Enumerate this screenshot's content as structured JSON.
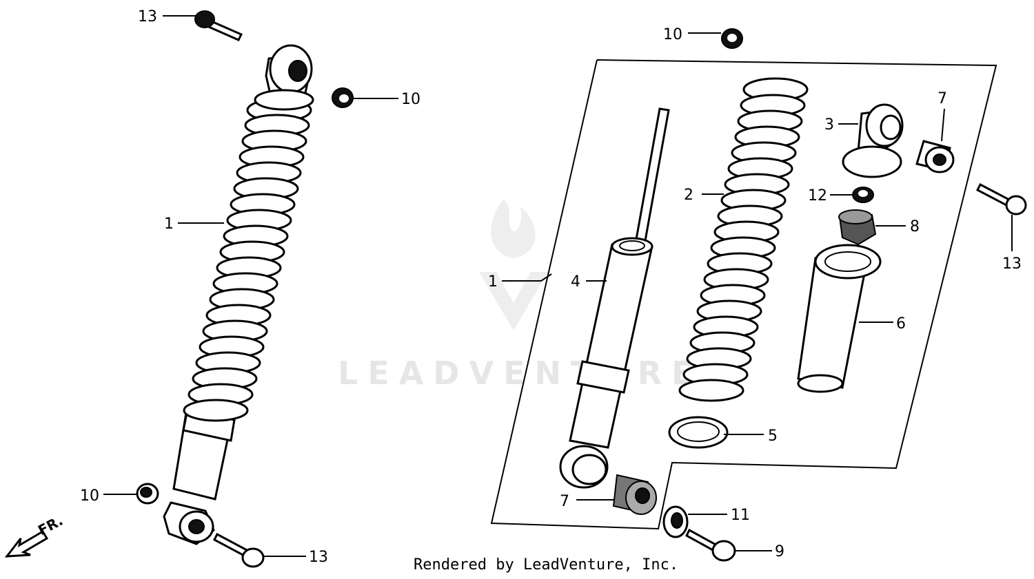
{
  "watermark": "LEADVENTURE",
  "footer": "Rendered by LeadVenture, Inc.",
  "direction_label": "FR.",
  "callouts": {
    "left_bolt_top": "13",
    "left_nut_top": "10",
    "left_assembly": "1",
    "left_nut_bottom": "10",
    "left_bolt_bottom": "13",
    "right_nut_top": "10",
    "right_assembly": "1",
    "damper": "4",
    "spring": "2",
    "upper_joint": "3",
    "bushing_upper": "7",
    "bolt_right": "13",
    "lock_nut": "12",
    "bump_rubber": "8",
    "dust_cover": "6",
    "spring_seat": "5",
    "bushing_lower": "7",
    "washer": "11",
    "bolt_lower": "9"
  }
}
